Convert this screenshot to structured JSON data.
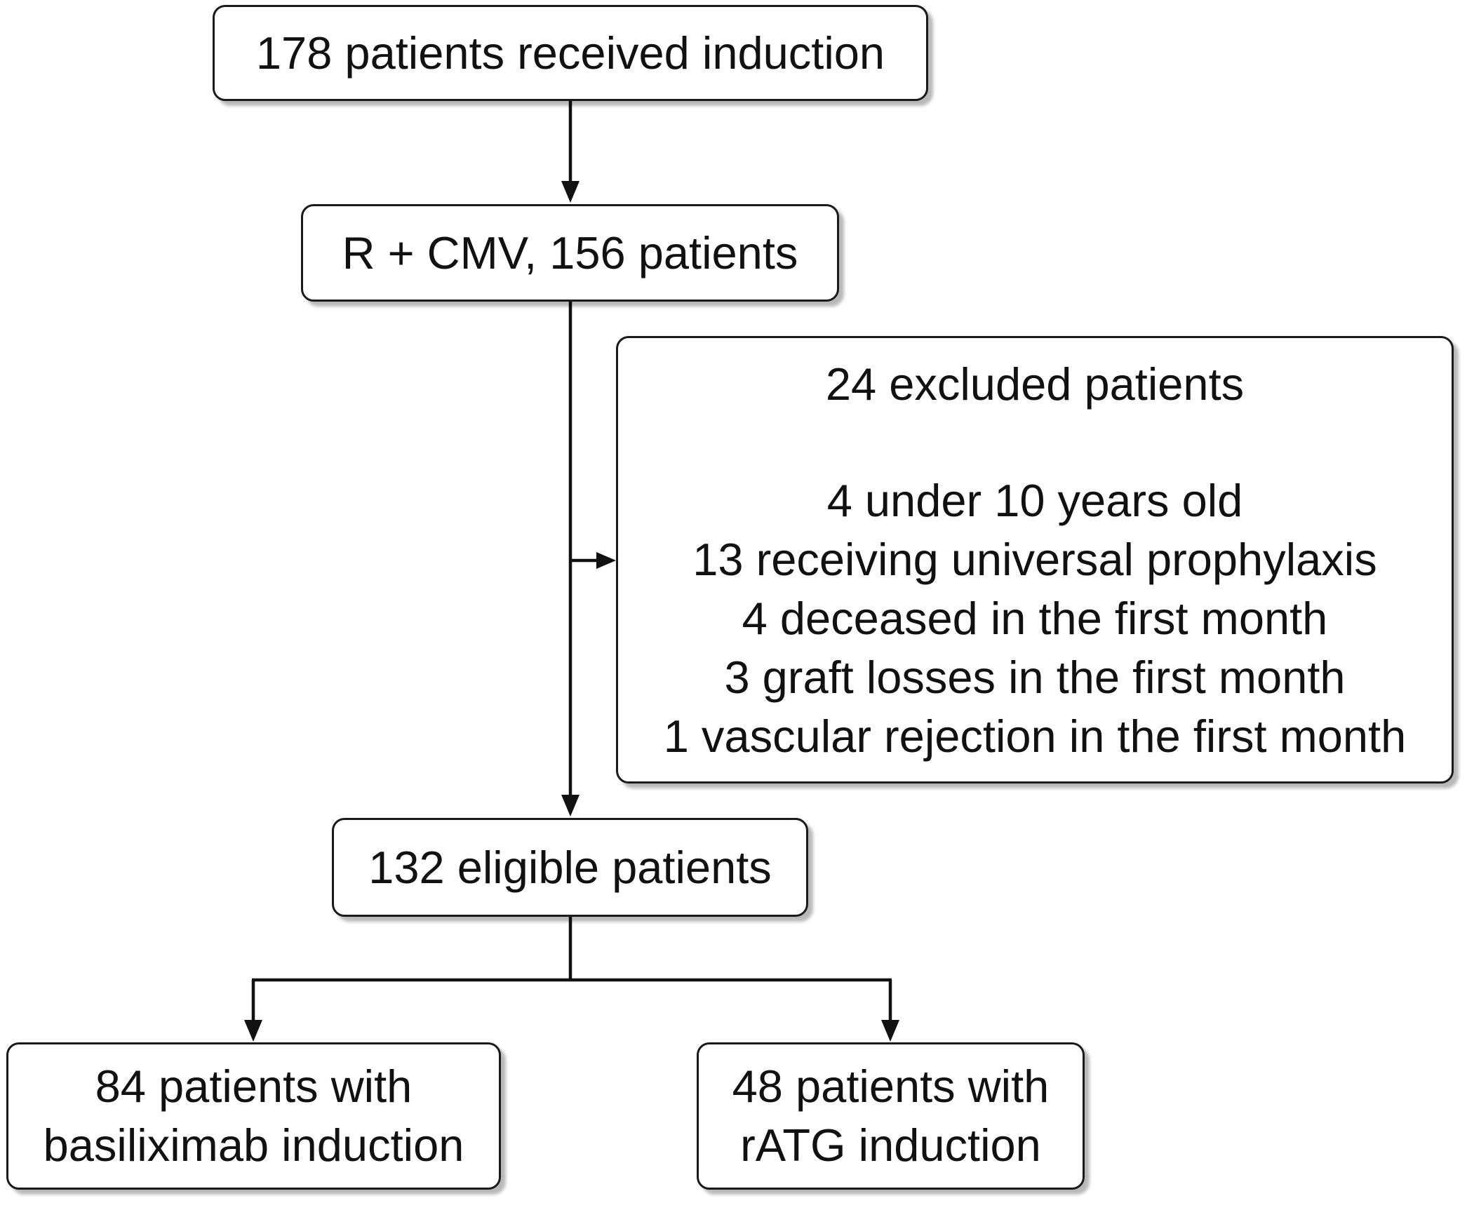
{
  "flowchart": {
    "induction": "178 patients received induction",
    "r_cmv": "R + CMV, 156 patients",
    "excluded": {
      "heading": "24 excluded patients",
      "reasons": [
        "4 under 10 years old",
        "13 receiving universal prophylaxis",
        "4 deceased in the first month",
        "3 graft losses in the first month",
        "1 vascular rejection in the first month"
      ]
    },
    "eligible": "132 eligible patients",
    "basiliximab": {
      "line1": "84 patients with",
      "line2": "basiliximab induction"
    },
    "ratg": {
      "line1": "48 patients with",
      "line2": "rATG induction"
    }
  },
  "colors": {
    "line": "#111111",
    "box_border": "#1a1a1a",
    "box_fill": "#ffffff",
    "text": "#111111"
  }
}
